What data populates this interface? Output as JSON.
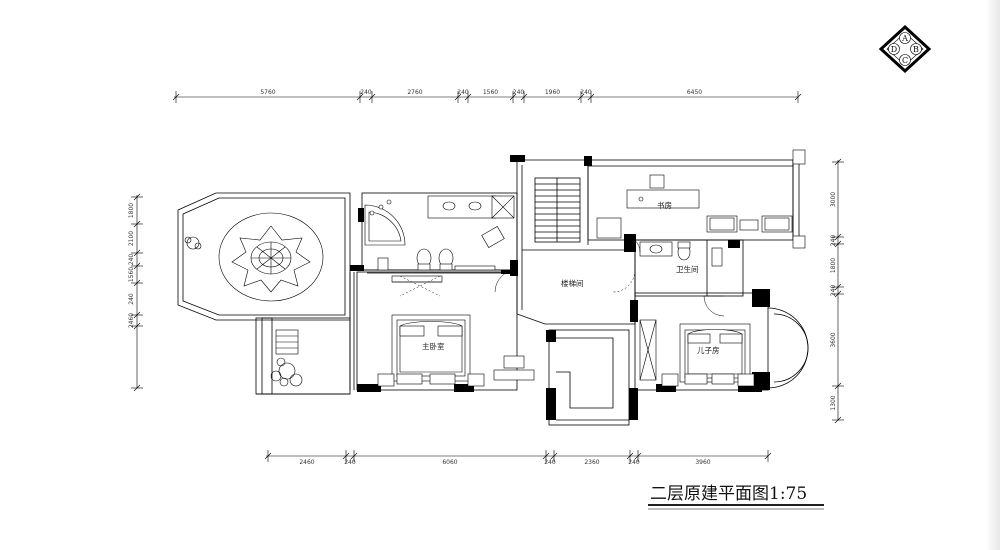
{
  "drawing": {
    "title": "二层原建平面图1:75",
    "compass": [
      "A",
      "B",
      "C",
      "D"
    ]
  },
  "rooms": {
    "study": "书房",
    "stair_room": "楼梯间",
    "bathroom": "卫生间",
    "master_bedroom": "主卧室",
    "son_room": "儿子房"
  },
  "dimensions": {
    "top": [
      "5760",
      "240",
      "2760",
      "240",
      "1560",
      "240",
      "1960",
      "240",
      "6450"
    ],
    "bottom": [
      "2460",
      "240",
      "6060",
      "240",
      "2360",
      "240",
      "3960"
    ],
    "left": [
      "1800",
      "2100",
      "240",
      "1560",
      "240",
      "2460"
    ],
    "right": [
      "3000",
      "240",
      "1800",
      "240",
      "3600",
      "1300"
    ]
  }
}
